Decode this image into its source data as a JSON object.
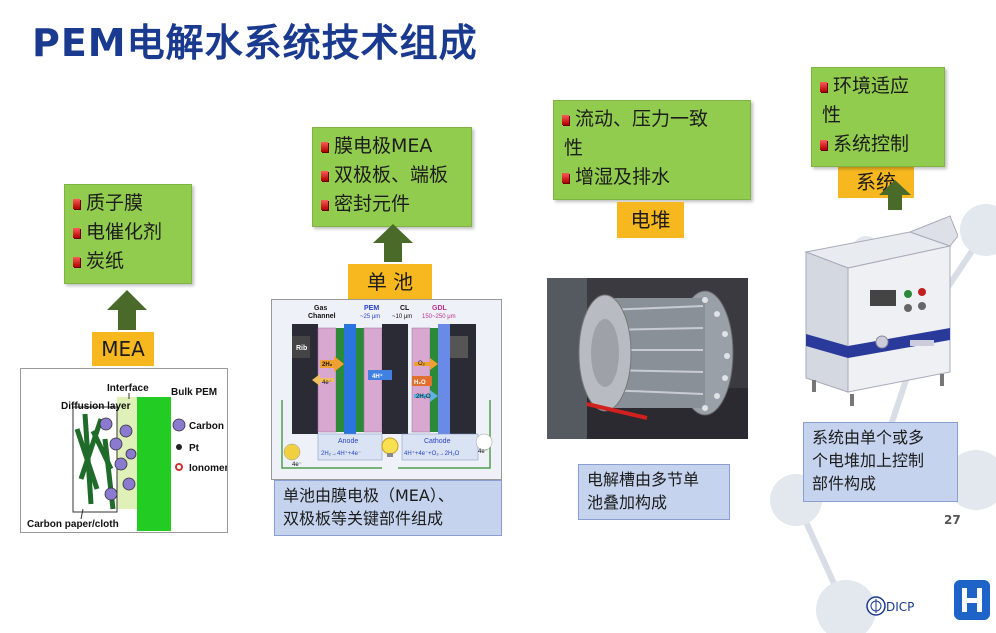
{
  "title": "PEM电解水系统技术组成",
  "mea_block": {
    "items": [
      "质子膜",
      "电催化剂",
      "炭纸"
    ],
    "label": "MEA",
    "diagram": {
      "interface": "Interface",
      "bulk_pem": "Bulk PEM",
      "diffusion_layer": "Diffusion layer",
      "carbon": "Carbon",
      "pt": "Pt",
      "ionomer": "Ionomer",
      "carbon_paper": "Carbon paper/cloth"
    }
  },
  "cell_block": {
    "items": [
      "膜电极MEA",
      "双极板、端板",
      "密封元件"
    ],
    "label": "单 池",
    "diagram": {
      "gas_channel": "Gas\nChannel",
      "pem": "PEM",
      "pem_size": "~25 μm",
      "cl": "CL",
      "cl_size": "~10 μm",
      "gdl": "GDL",
      "gdl_size": "150~250 μm",
      "rib": "Rib",
      "anode": "Anode",
      "anode_eq": "2H₂→4H⁺+4e⁻",
      "cathode": "Cathode",
      "cathode_eq": "4H⁺+4e⁻+O₂→2H₂O",
      "h2": "2H₂",
      "e1": "4e⁻",
      "h_plus": "4H⁺",
      "o2": "O₂",
      "h2o": "2H₂O",
      "h2o2": "H₂O",
      "e_left": "4e⁻",
      "e_right": "4e⁻"
    },
    "caption": [
      "单池由膜电极（MEA）、",
      "双极板等关键部件组成"
    ]
  },
  "stack_block": {
    "items": [
      "流动、压力一致",
      "性",
      "增湿及排水"
    ],
    "label": "电堆",
    "caption": [
      "电解槽由多节单",
      "池叠加构成"
    ]
  },
  "system_block": {
    "items": [
      "环境适应",
      "性",
      "系统控制"
    ],
    "label": "系统",
    "caption": [
      "系统由单个或多",
      "个电堆加上控制",
      "部件构成"
    ]
  },
  "page_number": "27",
  "org": "DICP",
  "colors": {
    "title": "#1a3a8f",
    "green_box": "#92cc4e",
    "orange_label": "#f7b81f",
    "arrow": "#4a6a2a",
    "caption_bg": "#c5d3ee"
  }
}
